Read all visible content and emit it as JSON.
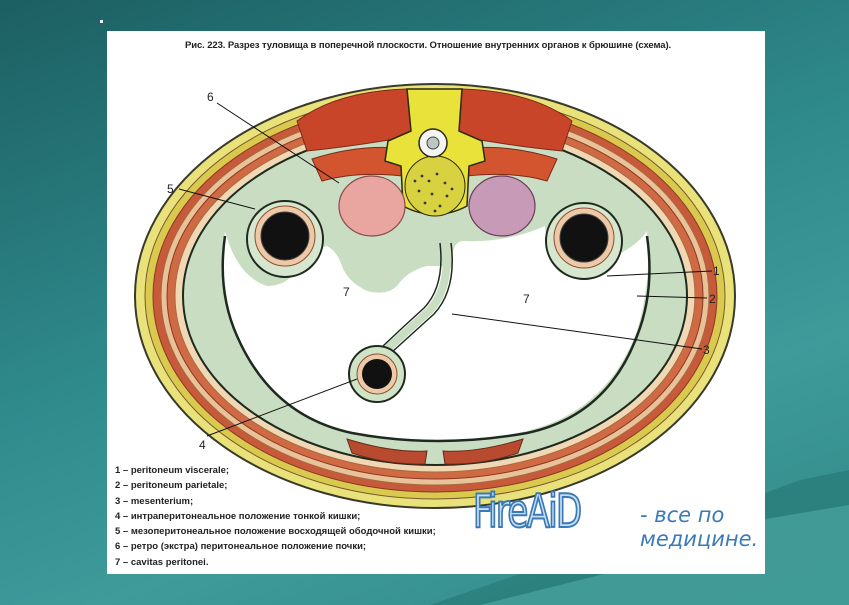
{
  "caption": "Рис. 223. Разрез туловища в поперечной плоскости. Отношение внутренних органов к брюшине (схема).",
  "diagram_labels": {
    "l1": "1",
    "l2": "2",
    "l3": "3",
    "l4": "4",
    "l5": "5",
    "l6": "6",
    "cavity_left": "7",
    "cavity_right": "7"
  },
  "legend": [
    "1 – peritoneum viscerale;",
    "2 – peritoneum parietale;",
    "3 – mesenterium;",
    "4 – интраперитонеальное положение тонкой кишки;",
    "5 – мезоперитонеальное положение восходящей ободочной кишки;",
    "6 – ретро (экстра) перитонеальное положение почки;",
    "7 – cavitas peritonei."
  ],
  "watermark": {
    "brand": "FireAiD",
    "tagline_1": "- все по",
    "tagline_2": "медицине."
  }
}
